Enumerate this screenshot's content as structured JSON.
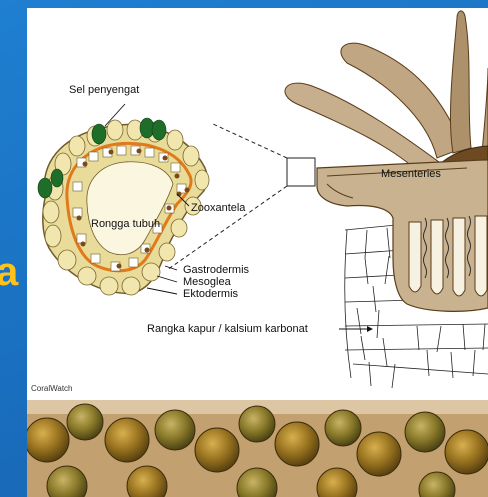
{
  "slide": {
    "partial_title_char": "a"
  },
  "diagram": {
    "labels": {
      "sel_penyengat": "Sel penyengat",
      "rongga_tubuh": "Rongga tubuh",
      "zooxantela": "Zooxantela",
      "gastrodermis": "Gastrodermis",
      "mesoglea": "Mesoglea",
      "ektodermis": "Ektodermis",
      "rangka_prefix": "Rangka kapur / ",
      "rangka_suffix": "kalsium karbonat",
      "mesenteries": "Mesenteries"
    },
    "credit": "CoralWatch"
  },
  "colors": {
    "background_blue": "#1a70c2",
    "accent_yellow": "#ffc21a",
    "ectoderm_cell": "#ece0a0",
    "stinging_cell": "#1e6e2a",
    "polyp_body": "#c0a682",
    "polyp_dark": "#5a3c1a",
    "body_cavity": "#fbf6e0",
    "photo_tone": "#b7905a"
  }
}
